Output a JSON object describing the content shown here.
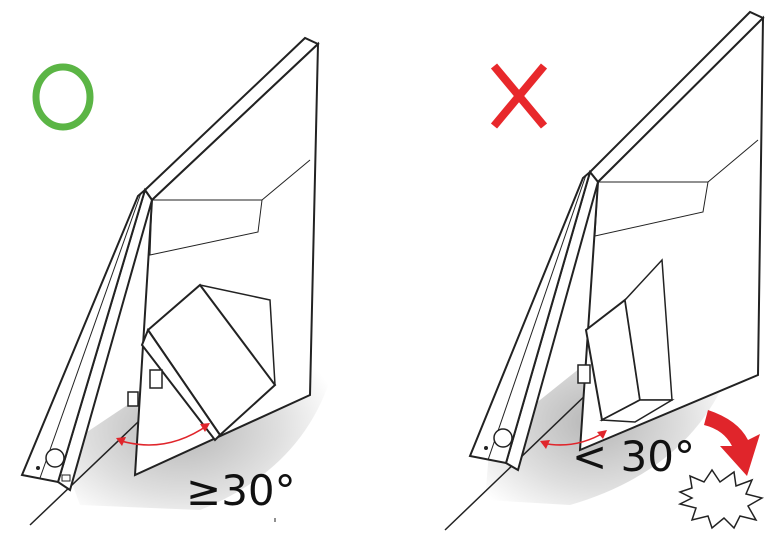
{
  "panels": [
    {
      "id": "correct",
      "mark": "O",
      "angle_text": "≥30°",
      "mark_color": "#5BB545"
    },
    {
      "id": "wrong",
      "mark": "X",
      "angle_text": "< 30°",
      "mark_color": "#E8282B"
    }
  ],
  "colors": {
    "outline": "#222222",
    "shadow": "#cfcfcf",
    "arrow": "#E0252B"
  },
  "icons": [
    "ok-circle-icon",
    "cross-icon",
    "curved-arrow-icon",
    "impact-burst-icon"
  ]
}
